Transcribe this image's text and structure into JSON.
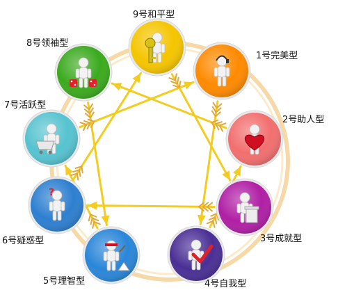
{
  "diagram": {
    "types": [
      {
        "num": 9,
        "label": "9号和平型",
        "color": "#F5C500",
        "figure": "key"
      },
      {
        "num": 1,
        "label": "1号完美型",
        "color": "#FF8A00",
        "figure": "headset"
      },
      {
        "num": 2,
        "label": "2号助人型",
        "color": "#F26F6F",
        "figure": "heart"
      },
      {
        "num": 3,
        "label": "3号成就型",
        "color": "#B01FA5",
        "figure": "podium"
      },
      {
        "num": 4,
        "label": "4号自我型",
        "color": "#4A2F95",
        "figure": "check"
      },
      {
        "num": 5,
        "label": "5号理智型",
        "color": "#2A86D8",
        "figure": "blindfold"
      },
      {
        "num": 6,
        "label": "6号疑惑型",
        "color": "#2D7FD0",
        "figure": "question"
      },
      {
        "num": 7,
        "label": "7号活跃型",
        "color": "#56C3D0",
        "figure": "cart"
      },
      {
        "num": 8,
        "label": "8号领袖型",
        "color": "#3BAA1E",
        "figure": "dice"
      }
    ],
    "icons": {
      "key": "key-icon",
      "headset": "headset-icon",
      "heart": "heart-icon",
      "podium": "podium-icon",
      "check": "checkmark-icon",
      "blindfold": "blindfold-icon",
      "question": "question-mark-icon",
      "cart": "shopping-cart-icon",
      "dice": "dice-icon"
    },
    "colors": {
      "arrow": "#F3CC1F",
      "ring_outer": "#F6D9A6",
      "ring_inner": "#FBEBCB"
    }
  }
}
